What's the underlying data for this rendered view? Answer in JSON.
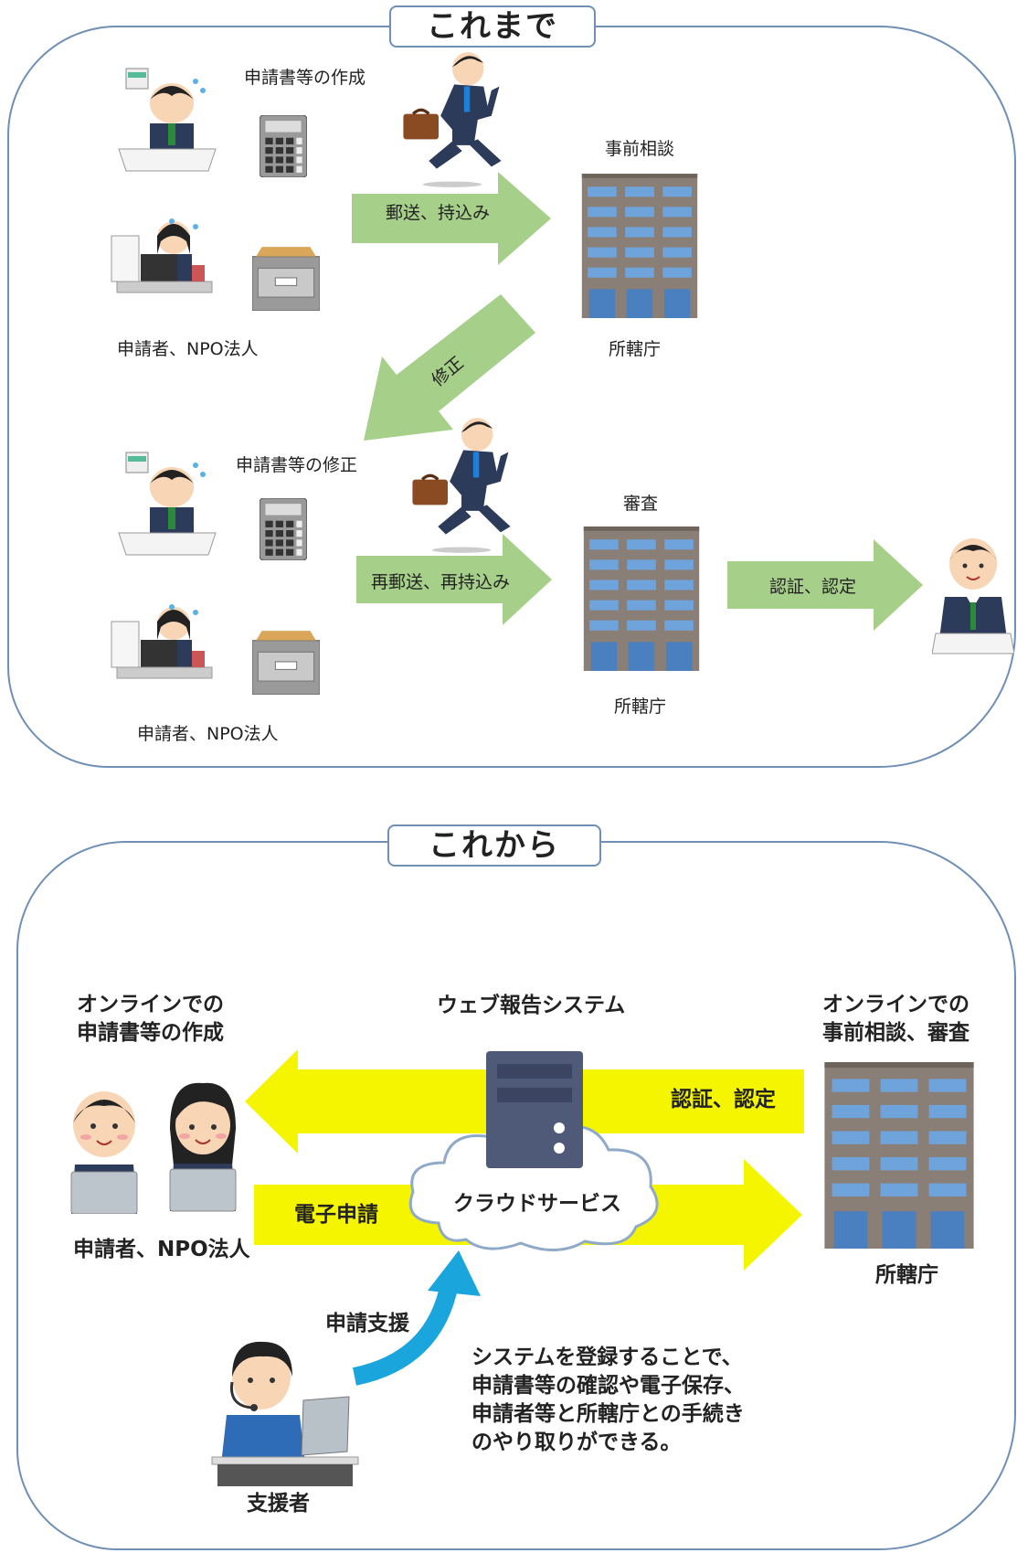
{
  "before": {
    "title": "これまで",
    "create_docs": "申請書等の作成",
    "arrow_mail": "郵送、持込み",
    "consult": "事前相談",
    "authority_top": "所轄庁",
    "applicants_top": "申請者、NPO法人",
    "arrow_fix": "修正",
    "fix_docs": "申請書等の修正",
    "arrow_remail": "再郵送、再持込み",
    "review": "審査",
    "arrow_certify": "認証、認定",
    "authority_bottom": "所轄庁",
    "applicants_bottom": "申請者、NPO法人"
  },
  "after": {
    "title": "これから",
    "online_create_line1": "オンラインでの",
    "online_create_line2": "申請書等の作成",
    "system_name": "ウェブ報告システム",
    "online_review_line1": "オンラインでの",
    "online_review_line2": "事前相談、審査",
    "arrow_certify": "認証、認定",
    "arrow_e_apply": "電子申請",
    "cloud": "クラウドサービス",
    "applicants": "申請者、NPO法人",
    "authority": "所轄庁",
    "support_arrow": "申請支援",
    "description_lines": [
      "システムを登録することで、",
      "申請書等の確認や電子保存、",
      "申請者等と所轄庁との手続き",
      "のやり取りができる。"
    ],
    "supporter": "支援者"
  },
  "colors": {
    "panel_border": "#6f8fb5",
    "green_arrow": "#a6cf8a",
    "yellow_arrow": "#f5f500",
    "blue_arrow": "#1aa5dd",
    "building_gray": "#7a7068",
    "building_window": "#6fa3dc"
  },
  "icons": [
    "worker-at-desk-icon",
    "calculator-icon",
    "laptop-worker-icon",
    "file-cabinet-icon",
    "running-businessman-icon",
    "office-building-icon",
    "official-at-desk-icon",
    "server-icon",
    "cloud-icon",
    "applicant-laptop-icon",
    "supporter-headset-icon"
  ]
}
